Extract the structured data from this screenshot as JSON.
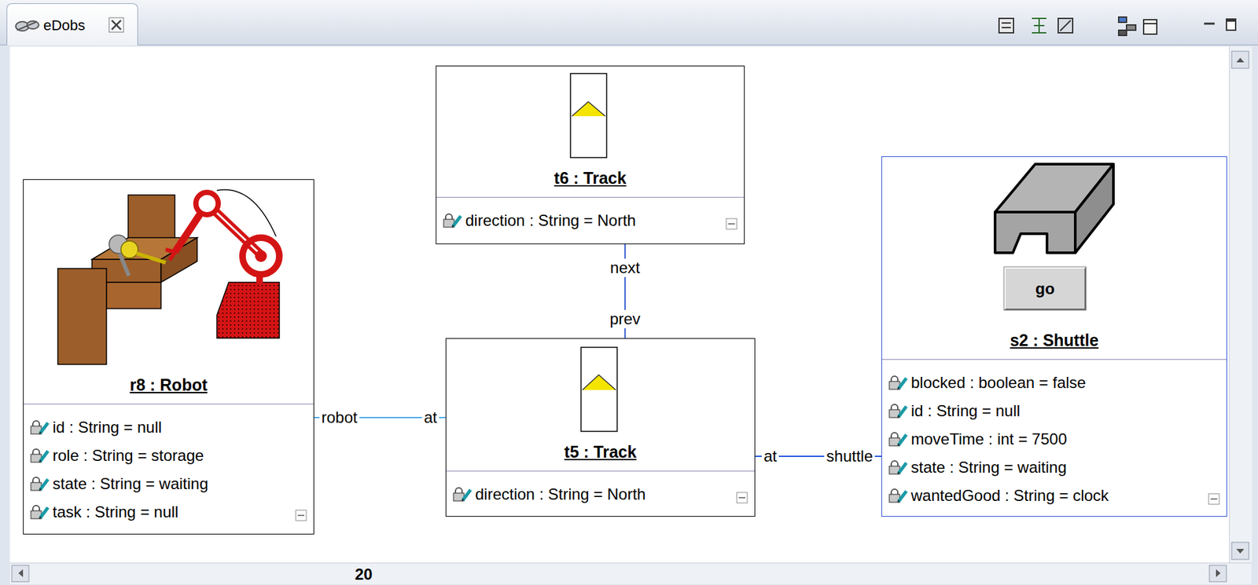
{
  "diagram": {
    "nodes": [
      {
        "text": [
          "t6 : Track",
          "direction : String = North"
        ]
      },
      {
        "text": [
          "r8 : Robot",
          "id : String = null",
          "role : String = storage",
          "state : String = waiting",
          "task : String = null"
        ]
      },
      {
        "text": [
          "t5 : Track",
          "direction : String = North"
        ]
      },
      {
        "text": [
          "go",
          "s2 : Shuttle",
          "blocked : boolean = false",
          "id : String = null",
          "moveTime : int = 7500",
          "state : String = waiting",
          "wantedGood : String = clock"
        ]
      }
    ],
    "edges": [
      {
        "from": 0,
        "to": 2,
        "arrow": "none",
        "label": "next"
      },
      {
        "from": 1,
        "to": 2,
        "arrow": "none",
        "label": "robot"
      },
      {
        "from": 2,
        "to": 3,
        "arrow": "none",
        "label": "shuttle"
      }
    ],
    "labels": [
      "eDobs",
      "prev",
      "at",
      "at",
      "20"
    ]
  }
}
